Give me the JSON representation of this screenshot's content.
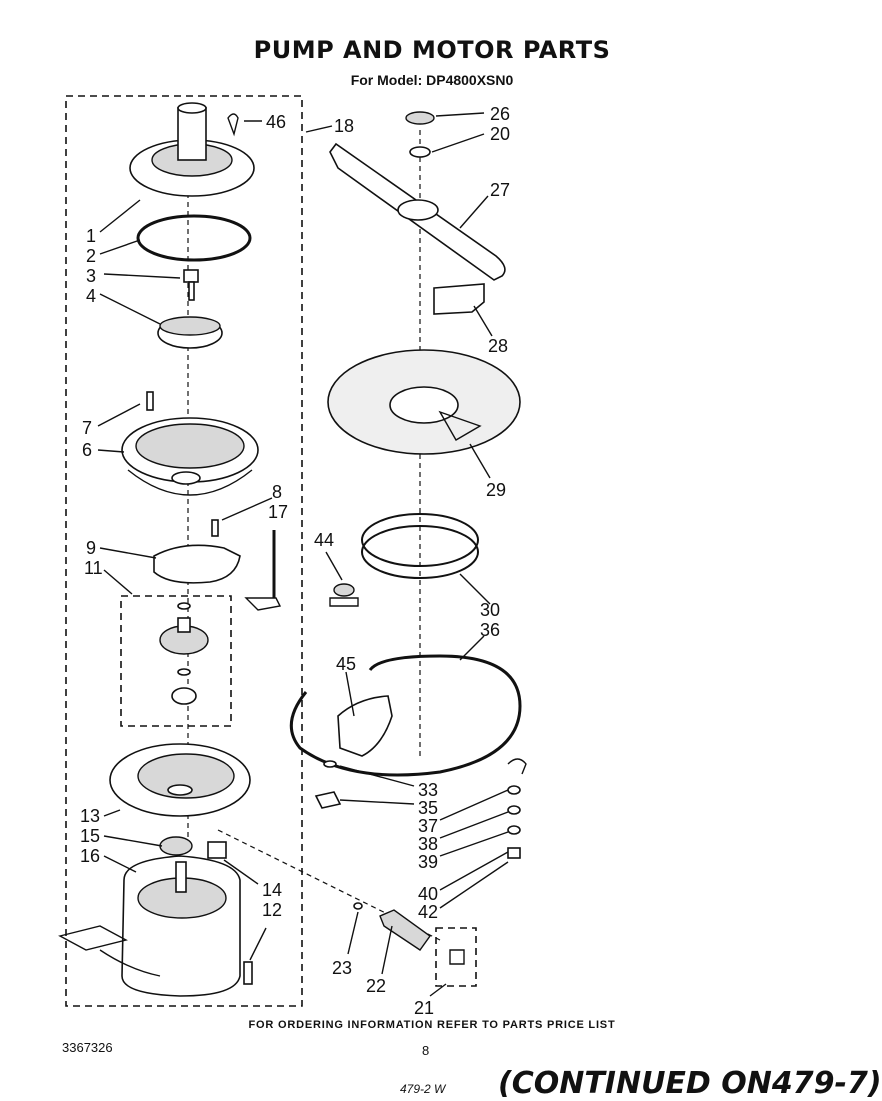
{
  "header": {
    "title": "PUMP AND MOTOR PARTS",
    "subtitle": "For Model: DP4800XSN0"
  },
  "callouts": {
    "c1": "1",
    "c2": "2",
    "c3": "3",
    "c4": "4",
    "c6": "6",
    "c7": "7",
    "c8": "8",
    "c9": "9",
    "c11": "11",
    "c12": "12",
    "c13": "13",
    "c14": "14",
    "c15": "15",
    "c16": "16",
    "c17": "17",
    "c18": "18",
    "c20": "20",
    "c21": "21",
    "c22": "22",
    "c23": "23",
    "c26": "26",
    "c27": "27",
    "c28": "28",
    "c29": "29",
    "c30": "30",
    "c33": "33",
    "c35": "35",
    "c36": "36",
    "c37": "37",
    "c38": "38",
    "c39": "39",
    "c40": "40",
    "c42": "42",
    "c44": "44",
    "c45": "45",
    "c46": "46"
  },
  "footer": {
    "ordering_note": "FOR ORDERING INFORMATION REFER TO PARTS PRICE LIST",
    "doc_number": "3367326",
    "page_number": "8",
    "continued": "(CONTINUED ON479-7)",
    "scribble": "479-2 W"
  }
}
